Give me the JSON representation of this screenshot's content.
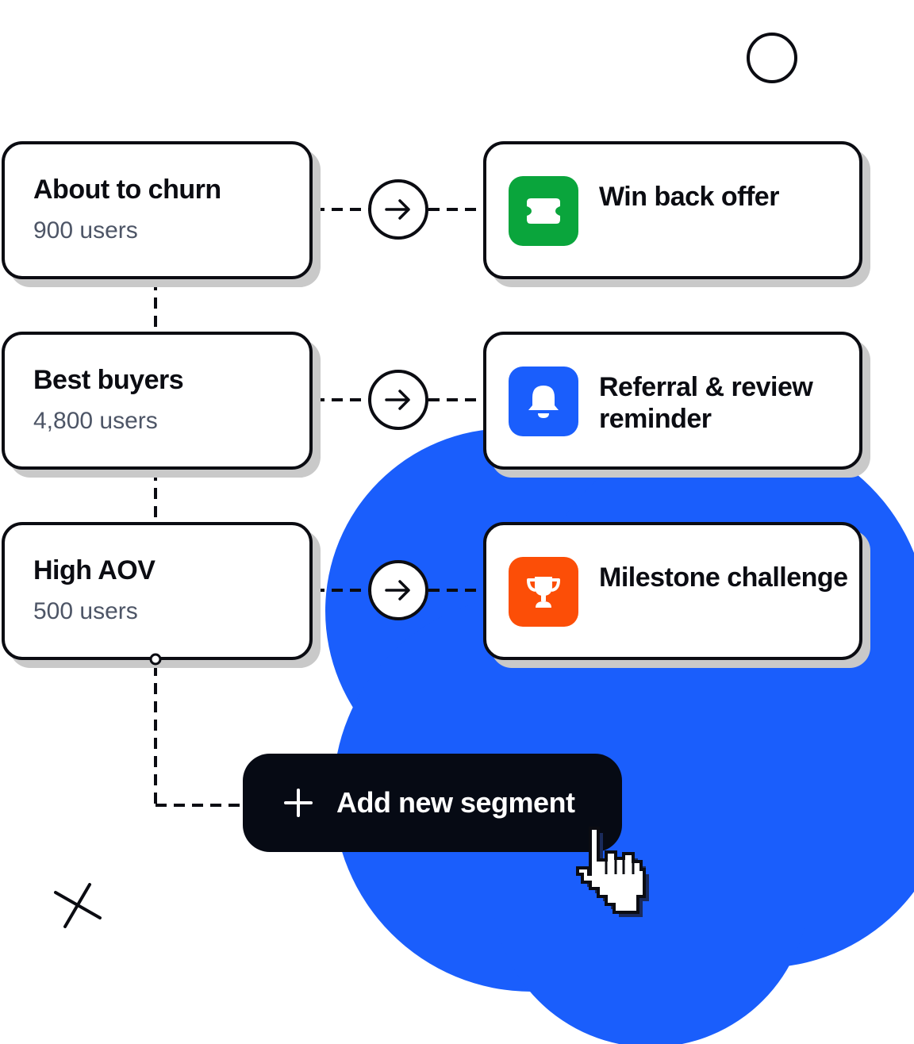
{
  "segments": [
    {
      "title": "About to churn",
      "count": "900 users"
    },
    {
      "title": "Best buyers",
      "count": "4,800 users"
    },
    {
      "title": "High AOV",
      "count": "500 users"
    }
  ],
  "actions": [
    {
      "title": "Win back offer",
      "icon": "ticket-icon",
      "color": "#0aa53c"
    },
    {
      "title": "Referral & review reminder",
      "icon": "bell-icon",
      "color": "#1a5efc"
    },
    {
      "title": "Milestone challenge",
      "icon": "trophy-icon",
      "color": "#fc4e07"
    }
  ],
  "add_button": {
    "label": "Add new segment",
    "icon": "plus-icon"
  },
  "colors": {
    "blob": "#1a5efc",
    "ink": "#0b0c12",
    "shadow": "#c9c9c9"
  }
}
